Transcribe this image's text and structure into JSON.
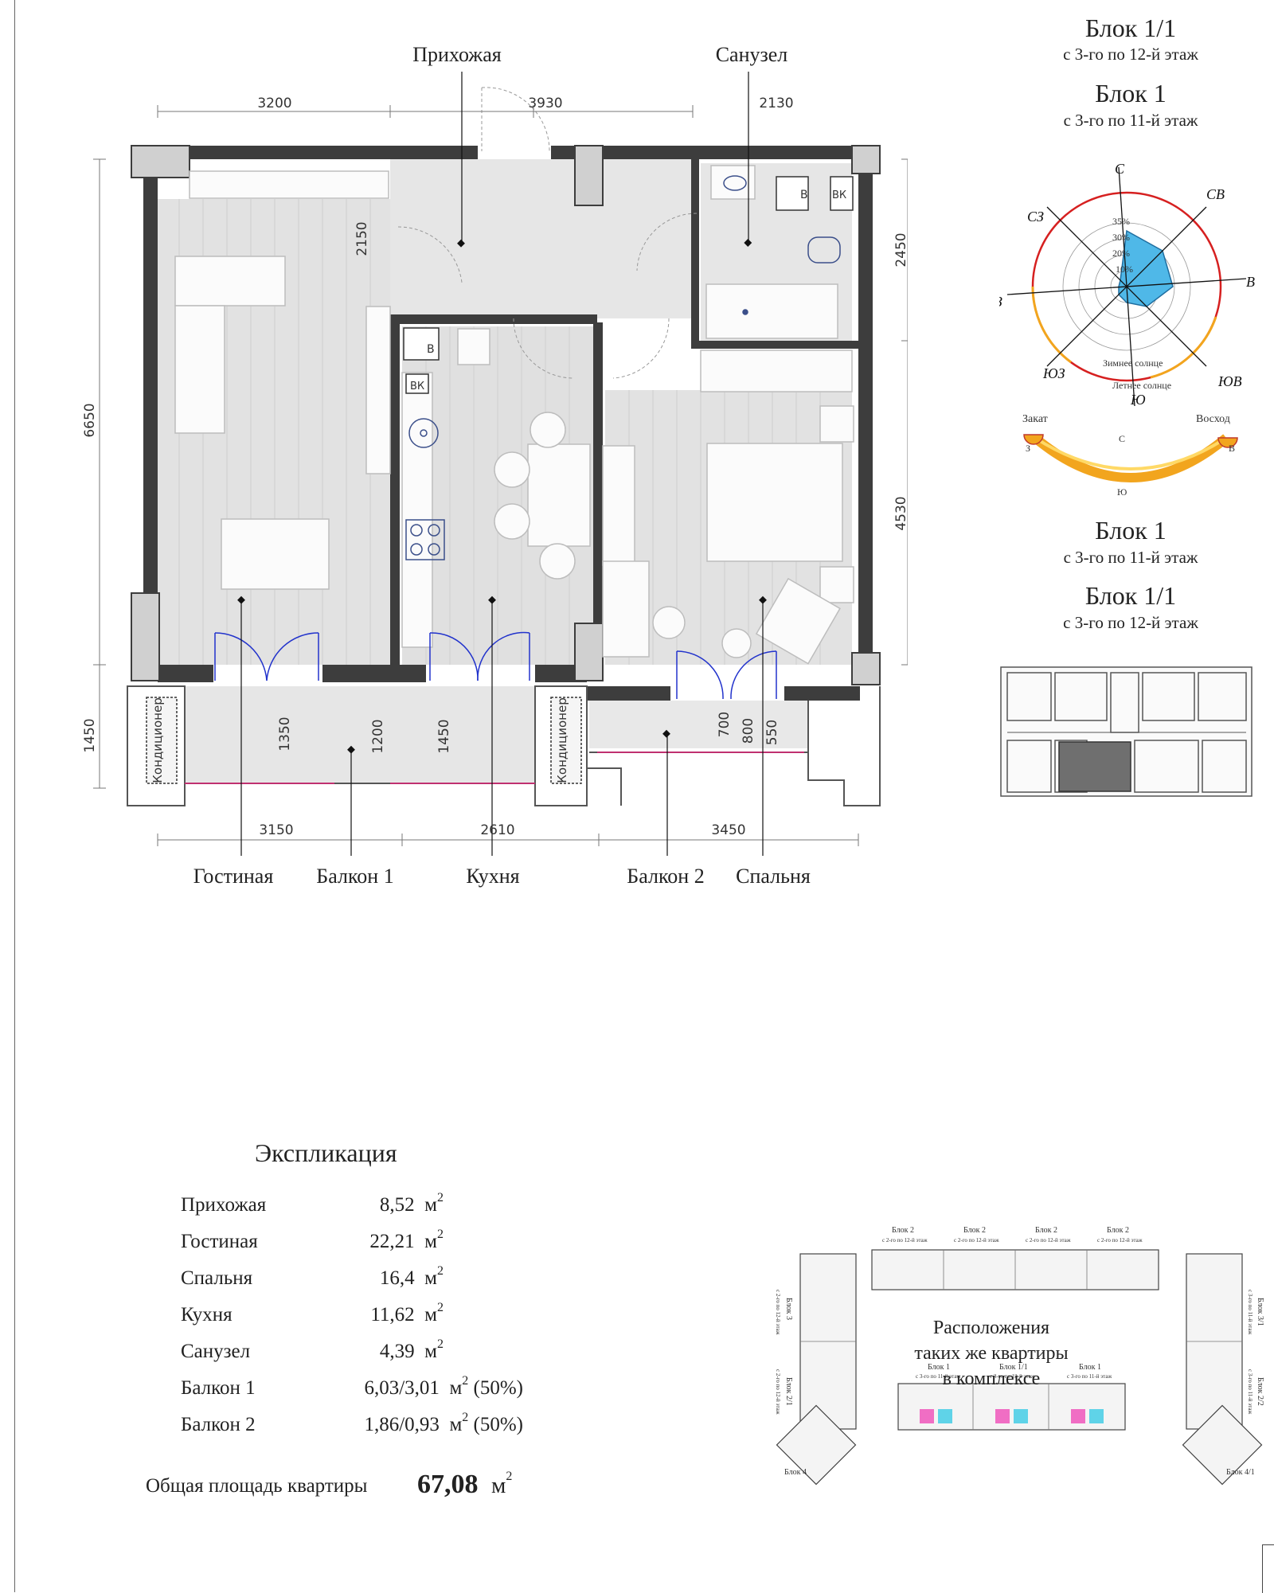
{
  "rooms": {
    "hallway": "Прихожая",
    "bathroom": "Санузел",
    "living": "Гостиная",
    "balcony1": "Балкон 1",
    "kitchen": "Кухня",
    "balcony2": "Балкон 2",
    "bedroom": "Спальня"
  },
  "dimensions": {
    "top": [
      "3200",
      "3930",
      "2130"
    ],
    "bottom": [
      "3150",
      "2610",
      "3450"
    ],
    "left": [
      "6650",
      "1450"
    ],
    "right": [
      "2450",
      "4530"
    ],
    "inner": [
      "2150",
      "1350",
      "1200",
      "1450",
      "700",
      "800",
      "550"
    ]
  },
  "fixtures": {
    "ac_unit": "Кондиционер",
    "boiler": "В",
    "water_meter": "ВК"
  },
  "blocks_top": [
    {
      "title": "Блок 1/1",
      "floors": "с 3-го по 12-й этаж"
    },
    {
      "title": "Блок 1",
      "floors": "с 3-го по 11-й этаж"
    }
  ],
  "blocks_bottom": [
    {
      "title": "Блок 1",
      "floors": "с 3-го по 11-й этаж"
    },
    {
      "title": "Блок 1/1",
      "floors": "с 3-го по 12-й этаж"
    }
  ],
  "wind_rose": {
    "directions": {
      "n": "С",
      "ne": "СВ",
      "e": "В",
      "se": "ЮВ",
      "s": "Ю",
      "sw": "ЮЗ",
      "w": "З",
      "nw": "СЗ"
    },
    "rings": [
      "35%",
      "30%",
      "20%",
      "10%"
    ],
    "winter_sun": "Зимнее солнце",
    "summer_sun": "Летнее солнце"
  },
  "sun_path": {
    "sunset": "Закат",
    "sunrise": "Восход",
    "w": "З",
    "e": "В",
    "n": "С",
    "s": "Ю"
  },
  "explication": {
    "title": "Экспликация",
    "rows": [
      {
        "name": "Прихожая",
        "value": "8,52",
        "unit": "м",
        "note": ""
      },
      {
        "name": "Гостиная",
        "value": "22,21",
        "unit": "м",
        "note": ""
      },
      {
        "name": "Спальня",
        "value": "16,4",
        "unit": "м",
        "note": ""
      },
      {
        "name": "Кухня",
        "value": "11,62",
        "unit": "м",
        "note": ""
      },
      {
        "name": "Санузел",
        "value": "4,39",
        "unit": "м",
        "note": ""
      },
      {
        "name": "Балкон 1",
        "value": "6,03/3,01",
        "unit": "м",
        "note": "(50%)"
      },
      {
        "name": "Балкон 2",
        "value": "1,86/0,93",
        "unit": "м",
        "note": "(50%)"
      }
    ],
    "total_label": "Общая площадь квартиры",
    "total_value": "67,08",
    "total_unit": "м",
    "exponent": "2"
  },
  "complex": {
    "caption_lines": [
      "Расположения",
      "таких же квартиры",
      "в комплексе"
    ],
    "top_blocks": [
      {
        "name": "Блок 2",
        "floors": "с 2-го по 12-й этаж"
      },
      {
        "name": "Блок 2",
        "floors": "с 2-го по 12-й этаж"
      },
      {
        "name": "Блок 2",
        "floors": "с 2-го по 12-й этаж"
      },
      {
        "name": "Блок 2",
        "floors": "с 2-го по 12-й этаж"
      }
    ],
    "left_blocks": [
      {
        "name": "Блок 3",
        "floors": "с 2-го по 12-й этаж"
      },
      {
        "name": "Блок 2/1",
        "floors": "с 2-го по 12-й этаж"
      }
    ],
    "right_blocks": [
      {
        "name": "Блок 3/1",
        "floors": "с 3-го по 11-й этаж"
      },
      {
        "name": "Блок 2/2",
        "floors": "с 3-го по 11-й этаж"
      }
    ],
    "bottom_blocks": [
      {
        "name": "Блок 1",
        "floors": "с 3-го по 11-й этаж"
      },
      {
        "name": "Блок 1/1",
        "floors": "с 3-го по 12-й этаж"
      },
      {
        "name": "Блок 1",
        "floors": "с 3-го по 11-й этаж"
      }
    ],
    "corner_left": "Блок 4",
    "corner_right": "Блок 4/1",
    "highlight_colors": {
      "pink": "#f06ec4",
      "cyan": "#5fd3e8"
    }
  },
  "colors": {
    "wall": "#3d3d3d",
    "floor": "#e3e3e3",
    "door": "#2233cc",
    "sun_orange": "#f2a51e",
    "rose_red": "#d62020",
    "rose_blue": "#4fb8e8"
  }
}
